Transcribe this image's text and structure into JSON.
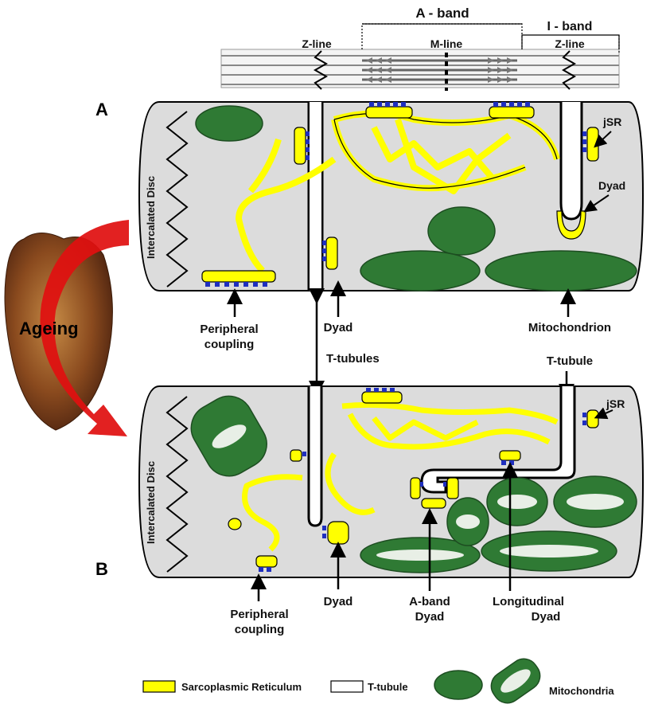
{
  "header": {
    "a_band": "A - band",
    "i_band": "I - band",
    "z_line_left": "Z-line",
    "m_line": "M-line",
    "z_line_right": "Z-line"
  },
  "panel_a": {
    "letter": "A",
    "intercalated_disc": "Intercalated Disc",
    "jsr": "jSR",
    "dyad_right": "Dyad",
    "peripheral_coupling": [
      "Peripheral",
      "coupling"
    ],
    "dyad_bottom": "Dyad",
    "mitochondrion": "Mitochondrion"
  },
  "middle": {
    "t_tubules": "T-tubules",
    "t_tubule": "T-tubule"
  },
  "ageing": "Ageing",
  "panel_b": {
    "letter": "B",
    "intercalated_disc": "Intercalated Disc",
    "jsr": "jSR",
    "peripheral_coupling": [
      "Peripheral",
      "coupling"
    ],
    "dyad": "Dyad",
    "a_band_dyad": [
      "A-band",
      "Dyad"
    ],
    "longitudinal_dyad": [
      "Longitudinal",
      "Dyad"
    ]
  },
  "legend": {
    "sr": "Sarcoplasmic Reticulum",
    "tt": "T-tubule",
    "mito": "Mitochondria"
  },
  "colors": {
    "sr_yellow": "#ffff00",
    "mito_green": "#2f7a34",
    "cell_grey": "#dcdcdc",
    "ryr_blue": "#1f2fbf",
    "ageing_arrow": "#e01010"
  }
}
